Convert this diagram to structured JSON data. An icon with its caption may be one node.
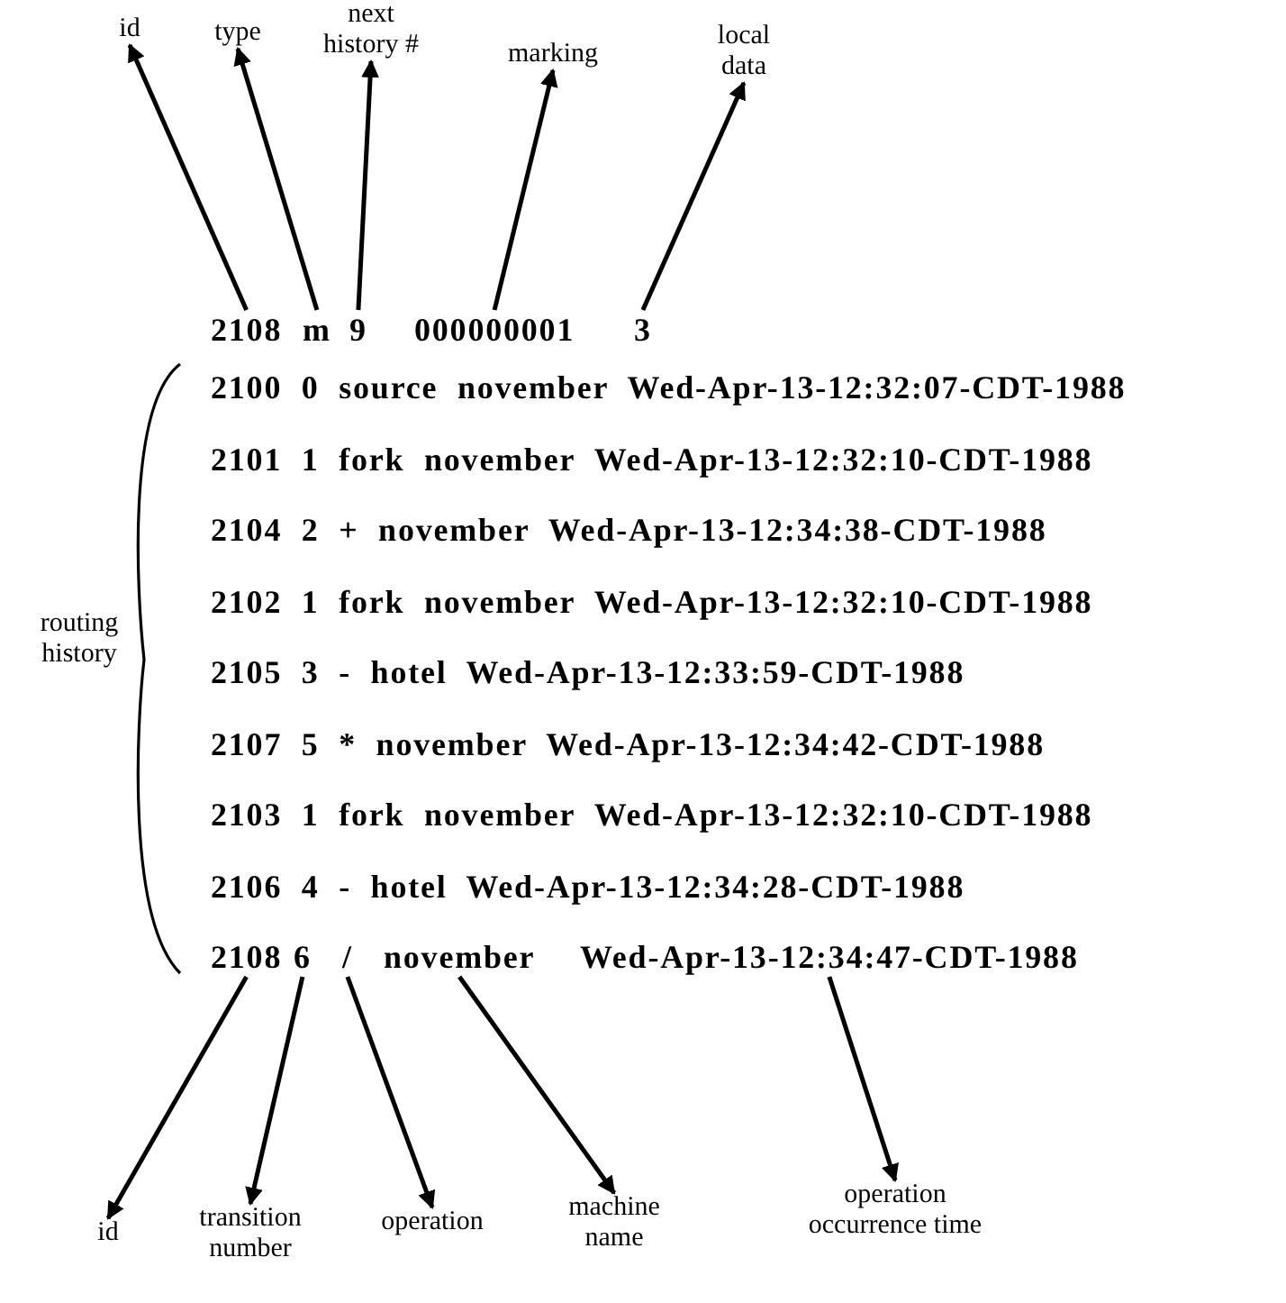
{
  "diagram": {
    "nodes": [
      {
        "text": [
          "id"
        ]
      },
      {
        "text": [
          "type"
        ]
      },
      {
        "text": [
          "next history #"
        ]
      },
      {
        "text": [
          "marking"
        ]
      },
      {
        "text": [
          "local data"
        ]
      },
      {
        "text": [
          "2108"
        ]
      },
      {
        "text": [
          "m"
        ]
      },
      {
        "text": [
          "9"
        ]
      },
      {
        "text": [
          "000000001"
        ]
      },
      {
        "text": [
          "3"
        ]
      },
      {
        "text": [
          "2108"
        ]
      },
      {
        "text": [
          "6"
        ]
      },
      {
        "text": [
          "/"
        ]
      },
      {
        "text": [
          "november"
        ]
      },
      {
        "text": [
          "Wed-Apr-13-12:34:47-CDT-1988"
        ]
      },
      {
        "text": [
          "id"
        ]
      },
      {
        "text": [
          "transition number"
        ]
      },
      {
        "text": [
          "operation"
        ]
      },
      {
        "text": [
          "machine name"
        ]
      },
      {
        "text": [
          "operation occurrence time"
        ]
      }
    ],
    "edges": [
      {
        "from": 5,
        "to": 0,
        "arrow": "to"
      },
      {
        "from": 6,
        "to": 1,
        "arrow": "to"
      },
      {
        "from": 7,
        "to": 2,
        "arrow": "to"
      },
      {
        "from": 8,
        "to": 3,
        "arrow": "to"
      },
      {
        "from": 9,
        "to": 4,
        "arrow": "to"
      },
      {
        "from": 10,
        "to": 15,
        "arrow": "to"
      },
      {
        "from": 11,
        "to": 16,
        "arrow": "to"
      },
      {
        "from": 12,
        "to": 17,
        "arrow": "to"
      },
      {
        "from": 13,
        "to": 18,
        "arrow": "to"
      },
      {
        "from": 14,
        "to": 19,
        "arrow": "to"
      }
    ],
    "labels": [
      "2100 0 source november Wed-Apr-13-12:32:07-CDT-1988",
      "2101 1 fork november Wed-Apr-13-12:32:10-CDT-1988",
      "2104 2 + november Wed-Apr-13-12:34:38-CDT-1988",
      "2102 1 fork november Wed-Apr-13-12:32:10-CDT-1988",
      "2105 3 - hotel Wed-Apr-13-12:33:59-CDT-1988",
      "2107 5 * november Wed-Apr-13-12:34:42-CDT-1988",
      "2103 1 fork november Wed-Apr-13-12:32:10-CDT-1988",
      "2106 4 - hotel Wed-Apr-13-12:34:28-CDT-1988",
      "routing history"
    ]
  }
}
